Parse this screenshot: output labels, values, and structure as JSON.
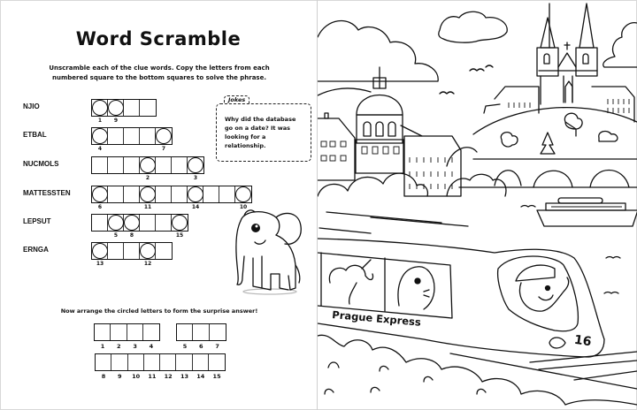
{
  "left_page": {
    "title": "Word Scramble",
    "instructions": "Unscramble each of the clue words. Copy the letters from each numbered square to the bottom squares to solve the phrase.",
    "puzzles": [
      {
        "word": "NJIO",
        "boxes": 4,
        "circles": [
          0,
          1
        ],
        "numbers": {
          "0": "1",
          "1": "9"
        }
      },
      {
        "word": "ETBAL",
        "boxes": 5,
        "circles": [
          0,
          4
        ],
        "numbers": {
          "0": "4",
          "4": "7"
        }
      },
      {
        "word": "NUCMOLS",
        "boxes": 7,
        "circles": [
          3,
          6
        ],
        "numbers": {
          "3": "2",
          "6": "3"
        }
      },
      {
        "word": "MATTESSTEN",
        "boxes": 10,
        "circles": [
          0,
          3,
          6,
          9
        ],
        "numbers": {
          "0": "6",
          "3": "11",
          "6": "14",
          "9": "10"
        }
      },
      {
        "word": "LEPSUT",
        "boxes": 6,
        "circles": [
          1,
          2,
          5
        ],
        "numbers": {
          "1": "5",
          "2": "8",
          "5": "15"
        }
      },
      {
        "word": "ERNGA",
        "boxes": 5,
        "circles": [
          0,
          3
        ],
        "numbers": {
          "0": "13",
          "3": "12"
        }
      }
    ],
    "jokes": {
      "tab_label": "Jokes",
      "text": "Why did the database go on a date? It was looking for a relationship."
    },
    "answer_prompt": "Now arrange the circled letters to form the surprise answer!",
    "answer_rows": [
      {
        "groups": [
          [
            "1",
            "2",
            "3",
            "4"
          ],
          [
            "5",
            "6",
            "7"
          ]
        ]
      },
      {
        "groups": [
          [
            "8",
            "9",
            "10",
            "11",
            "12",
            "13",
            "14",
            "15"
          ]
        ]
      }
    ],
    "illustration": "elephant"
  },
  "right_page": {
    "train_name": "Prague Express",
    "train_number": "16",
    "scene": [
      "clouds",
      "birds",
      "domed-building",
      "church-towers",
      "hill",
      "stone-bridge",
      "boat",
      "train",
      "bushes"
    ]
  }
}
